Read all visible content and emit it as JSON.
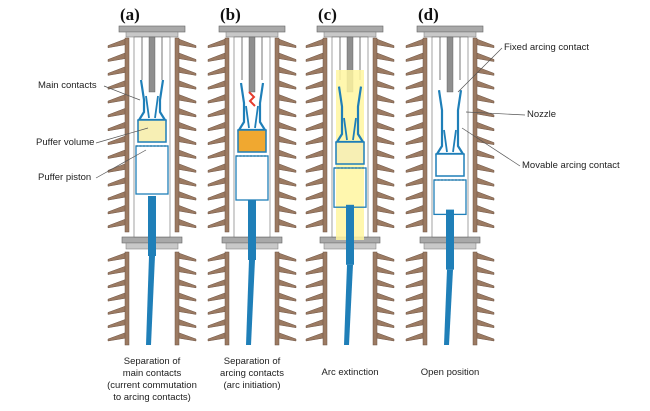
{
  "panels": [
    {
      "letter": "(a)",
      "state": "closed",
      "caption_lines": [
        "Separation of",
        "main contacts",
        "(current commutation",
        "to arcing contacts)"
      ]
    },
    {
      "letter": "(b)",
      "state": "arc-initiation",
      "caption_lines": [
        "Separation of",
        "arcing contacts",
        "(arc initiation)"
      ]
    },
    {
      "letter": "(c)",
      "state": "arc-extinction",
      "caption_lines": [
        "Arc extinction"
      ]
    },
    {
      "letter": "(d)",
      "state": "open",
      "caption_lines": [
        "Open position"
      ]
    }
  ],
  "callouts_left": {
    "main_contacts": "Main contacts",
    "puffer_volume": "Puffer volume",
    "puffer_piston": "Puffer piston"
  },
  "callouts_right": {
    "fixed_arcing_contact": "Fixed arcing contact",
    "nozzle": "Nozzle",
    "movable_arcing_contact": "Movable arcing contact"
  },
  "colors": {
    "insulator": "#9b7a62",
    "insulator_edge": "#6f5545",
    "flange": "#a9a9a9",
    "contact": "#1f7fb8",
    "puffer_volume": "#f7efb4",
    "compressed_gas": "#f0a830",
    "arc": "#e53b2c",
    "arc_glow": "#fff6a0",
    "rod": "#8f8f8f"
  }
}
